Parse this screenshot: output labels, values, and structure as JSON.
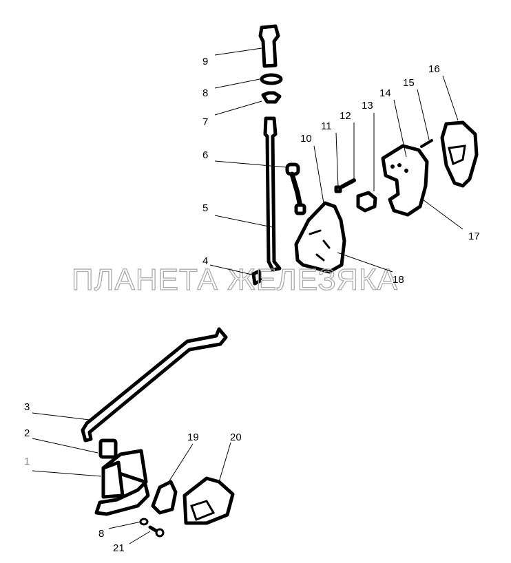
{
  "watermark": "ПЛАНЕТА ЖЕЛЕЗЯКА",
  "callouts": {
    "c1": "1",
    "c2": "2",
    "c3": "3",
    "c4": "4",
    "c5": "5",
    "c6": "6",
    "c7": "7",
    "c8a": "8",
    "c8b": "8",
    "c9": "9",
    "c10": "10",
    "c11": "11",
    "c12": "12",
    "c13": "13",
    "c14": "14",
    "c15": "15",
    "c16": "16",
    "c17": "17",
    "c18": "18",
    "c19": "19",
    "c20": "20",
    "c21": "21"
  }
}
